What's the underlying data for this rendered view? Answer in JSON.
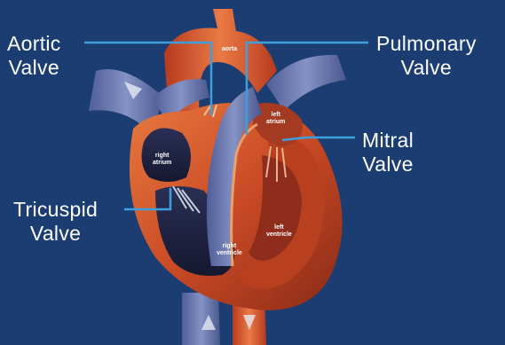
{
  "colors": {
    "background": "#1c3d72",
    "leader_line": "#3d9fdc",
    "heart_muscle": "#d1542a",
    "heart_muscle_dark": "#7f2417",
    "chamber_dark": "#1b1f3d",
    "vessel_blue": "#6d7cb3",
    "valve_light": "#c7ccdf"
  },
  "callouts": {
    "aortic": {
      "line1": "Aortic",
      "line2": "Valve"
    },
    "pulmonary": {
      "line1": "Pulmonary",
      "line2": "Valve"
    },
    "mitral": {
      "line1": "Mitral",
      "line2": "Valve"
    },
    "tricuspid": {
      "line1": "Tricuspid",
      "line2": "Valve"
    }
  },
  "anatomy_labels": {
    "aorta": "aorta",
    "left_atrium": {
      "line1": "left",
      "line2": "atrium"
    },
    "right_atrium": {
      "line1": "right",
      "line2": "atrium"
    },
    "left_ventricle": {
      "line1": "left",
      "line2": "ventricle"
    },
    "right_ventricle": {
      "line1": "right",
      "line2": "ventricle"
    }
  }
}
